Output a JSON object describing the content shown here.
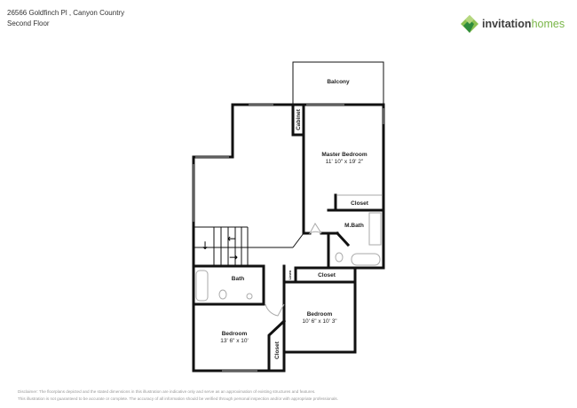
{
  "header": {
    "address": "26566 Goldfinch Pl , Canyon Country",
    "floor": "Second Floor"
  },
  "logo": {
    "brand": "invitation",
    "brand2": "homes",
    "colors": [
      "#7ab648",
      "#2e8b3c"
    ]
  },
  "rooms": {
    "balcony": {
      "name": "Balcony"
    },
    "cabinet": {
      "name": "Cabinet"
    },
    "master_bedroom": {
      "name": "Master Bedroom",
      "dims": "11' 10\" x 19' 2\""
    },
    "master_closet": {
      "name": "Closet"
    },
    "master_bath": {
      "name": "M.Bath"
    },
    "bath": {
      "name": "Bath"
    },
    "hall_closet": {
      "name": "Closet"
    },
    "linen": {
      "name": "Linen"
    },
    "bedroom2": {
      "name": "Bedroom",
      "dims": "10' 6\" x 10' 3\""
    },
    "bedroom3": {
      "name": "Bedroom",
      "dims": "13' 6\" x 10'"
    },
    "bedroom3_closet": {
      "name": "Closet"
    }
  },
  "disclaimer": {
    "line1": "Disclaimer: The floorplans depicted and the stated dimensions in this illustration are indicative only and serve as an approximation of existing structures and features.",
    "line2": "This illustration is not guaranteed to be accurate or complete. The accuracy of all information should be verified through personal inspection and/or with appropriate professionals."
  }
}
